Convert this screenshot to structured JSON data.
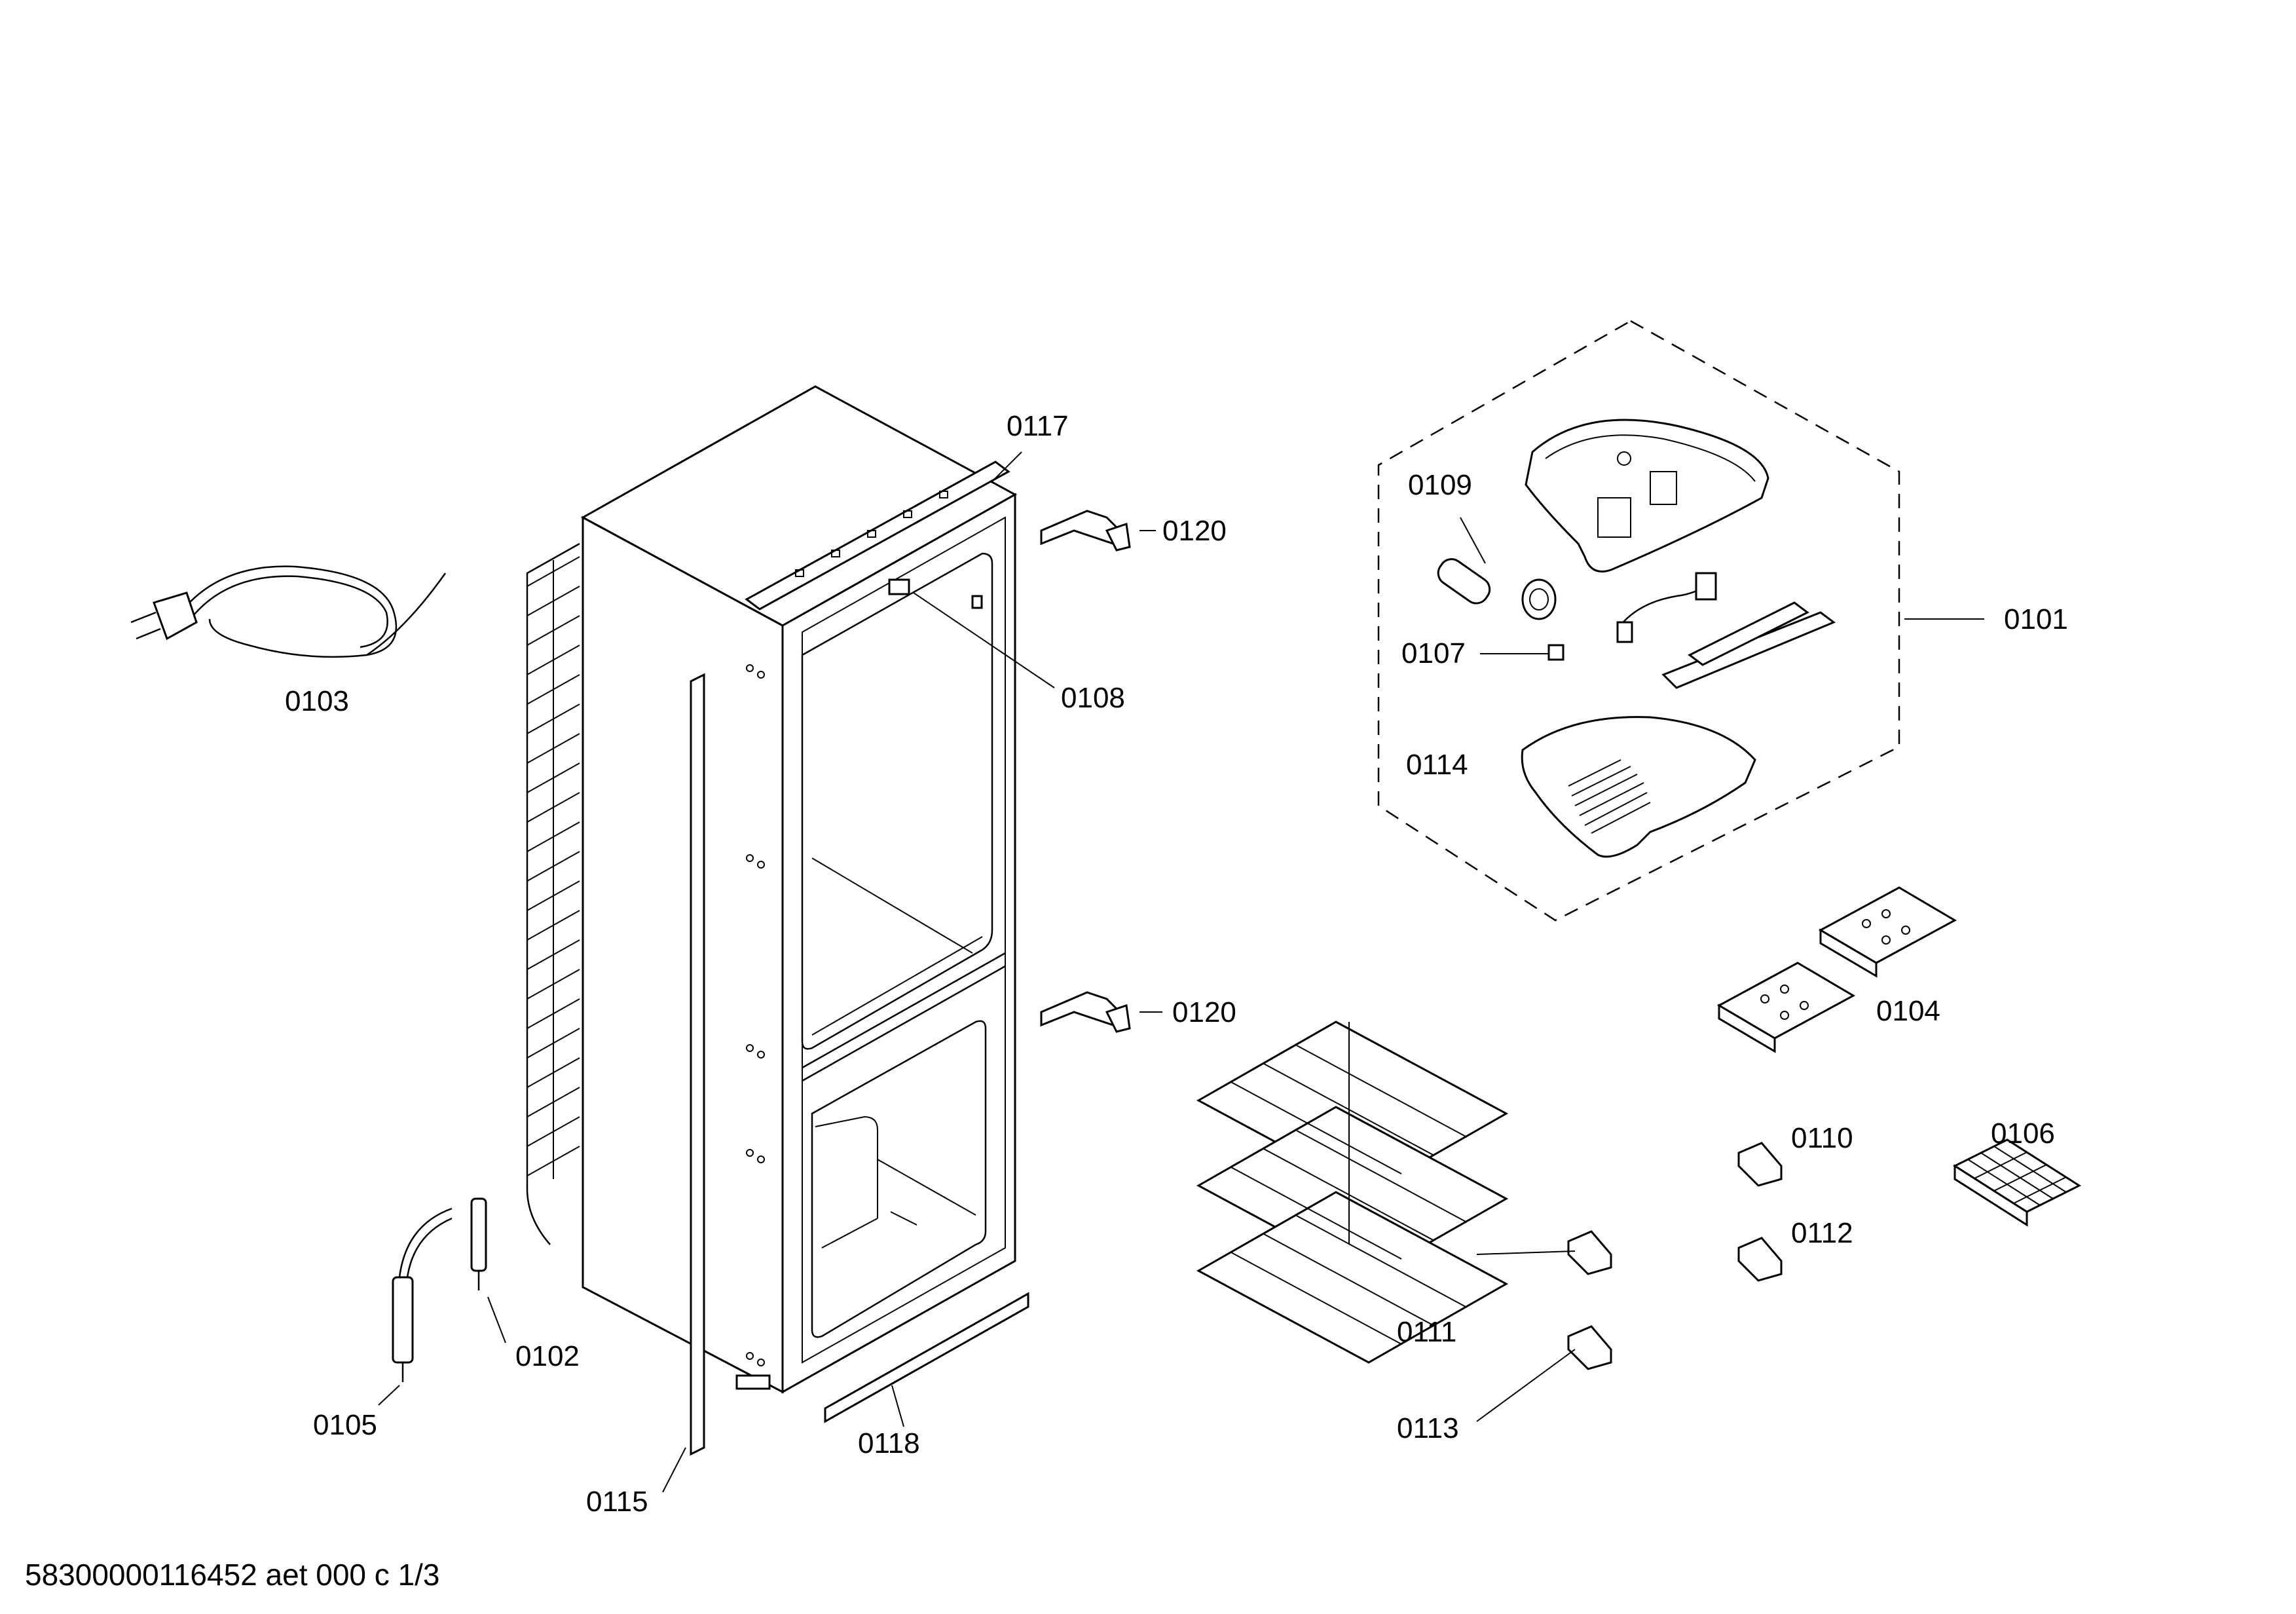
{
  "labels": {
    "p0101": "0101",
    "p0102": "0102",
    "p0103": "0103",
    "p0104": "0104",
    "p0105": "0105",
    "p0106": "0106",
    "p0107": "0107",
    "p0108": "0108",
    "p0109": "0109",
    "p0110": "0110",
    "p0111": "0111",
    "p0112": "0112",
    "p0113": "0113",
    "p0114": "0114",
    "p0115": "0115",
    "p0117": "0117",
    "p0118": "0118",
    "p0120_top": "0120",
    "p0120_bottom": "0120"
  },
  "footer": "58300000116452 aet 000 c 1/3"
}
